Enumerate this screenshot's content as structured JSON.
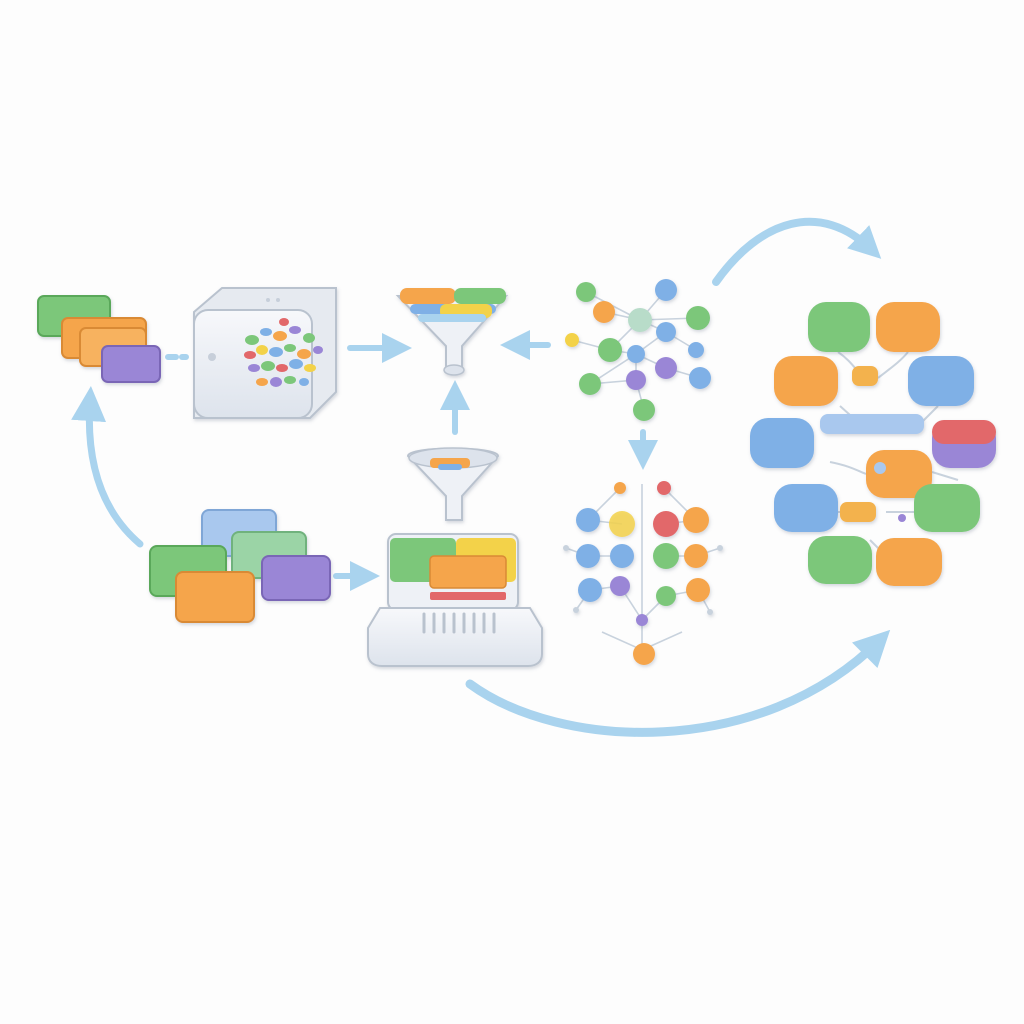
{
  "diagram": {
    "title": "",
    "colors": {
      "background": "#fdfdfd",
      "arrow": "#a9d3ee",
      "green": "#7cc77a",
      "orange": "#f5a54b",
      "purple": "#9a86d6",
      "blue": "#7fb0e6",
      "yellow": "#f3d24a",
      "red": "#e2686a",
      "device": "#eef1f6",
      "device_edge": "#b9c2ce",
      "node_line": "#c8d2dd"
    },
    "icons": [
      "card-stack-icon",
      "container-box-icon",
      "funnel-icon",
      "small-funnel-icon",
      "network-graph-icon",
      "tree-graph-icon",
      "card-cluster-icon",
      "device-station-icon",
      "brain-cluster-icon",
      "flow-arrow-icon"
    ],
    "edges": [
      {
        "from": "card-stack",
        "to": "container-box"
      },
      {
        "from": "container-box",
        "to": "top-funnel"
      },
      {
        "from": "network-graph",
        "to": "top-funnel"
      },
      {
        "from": "small-funnel",
        "to": "top-funnel"
      },
      {
        "from": "network-graph",
        "to": "tree-graph"
      },
      {
        "from": "card-cluster",
        "to": "card-stack"
      },
      {
        "from": "card-cluster",
        "to": "device-station"
      },
      {
        "from": "device-station",
        "to": "brain-cluster"
      },
      {
        "from": "network-graph",
        "to": "brain-cluster"
      }
    ]
  }
}
